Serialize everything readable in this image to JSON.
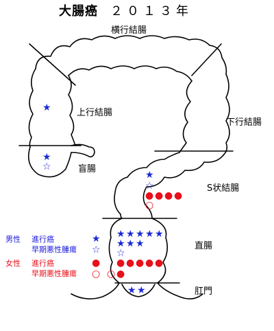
{
  "title": "大腸癌",
  "year": "２０１３年",
  "segments": {
    "transverse": "横行結腸",
    "ascending": "上行結腸",
    "descending": "下行結腸",
    "cecum": "盲腸",
    "sigmoid": "S状結腸",
    "rectum": "直腸",
    "anus": "肛門"
  },
  "legend": {
    "male": "男性",
    "female": "女性",
    "advanced": "進行癌",
    "early": "早期悪性腫瘍",
    "male_advanced_symbol": "★",
    "male_early_symbol": "☆",
    "female_advanced_symbol": "●",
    "female_early_symbol": "○"
  },
  "counts": {
    "ascending": {
      "male_advanced": 1,
      "male_early": 0,
      "female_advanced": 0,
      "female_early": 0
    },
    "cecum": {
      "male_advanced": 1,
      "male_early": 1,
      "female_advanced": 0,
      "female_early": 0
    },
    "sigmoid": {
      "male_advanced": 1,
      "male_early": 1,
      "female_advanced": 4,
      "female_early": 1
    },
    "rectum": {
      "male_advanced": 8,
      "male_early": 1,
      "female_advanced": 6,
      "female_early": 1
    },
    "anus": {
      "male_advanced": 2,
      "male_early": 0,
      "female_advanced": 0,
      "female_early": 0
    }
  },
  "colors": {
    "male": "#1a2ad2",
    "female": "#e8101a",
    "outline": "#000000"
  }
}
